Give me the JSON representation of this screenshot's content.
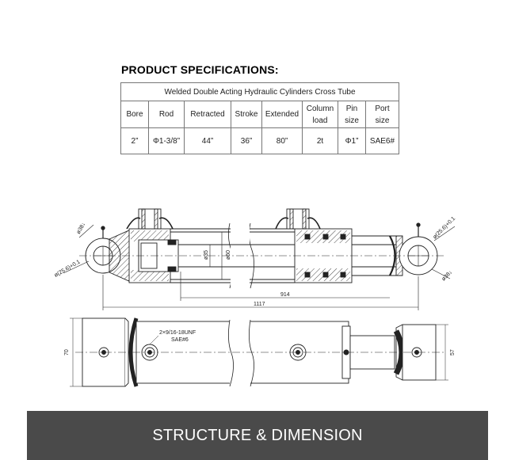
{
  "spec_title": "PRODUCT SPECIFICATIONS:",
  "table": {
    "caption": "Welded Double Acting Hydraulic Cylinders Cross Tube",
    "headers": [
      [
        "Bore"
      ],
      [
        "Rod"
      ],
      [
        "Retracted"
      ],
      [
        "Stroke"
      ],
      [
        "Extended"
      ],
      [
        "Column",
        "load"
      ],
      [
        "Pin",
        "size"
      ],
      [
        "Port",
        "size"
      ]
    ],
    "values": [
      "2”",
      "Φ1-3/8”",
      "44”",
      "36”",
      "80”",
      "2t",
      "Φ1”",
      "SAE6#"
    ]
  },
  "drawing": {
    "pin_dia_left": "ø38↓",
    "cross_left": "ø(25.6)+0.1",
    "bore_dim": "ø35",
    "tube_dim": "ø60",
    "stroke_len": "914",
    "total_len": "1117",
    "cross_right": "ø(25.6)+0.1",
    "pin_dia_right": "ø38↓",
    "port_note_1": "2×9/16-18UNF",
    "port_note_2": "SAE#6",
    "height_left": "70",
    "height_right": "57"
  },
  "banner": "STRUCTURE & DIMENSION"
}
